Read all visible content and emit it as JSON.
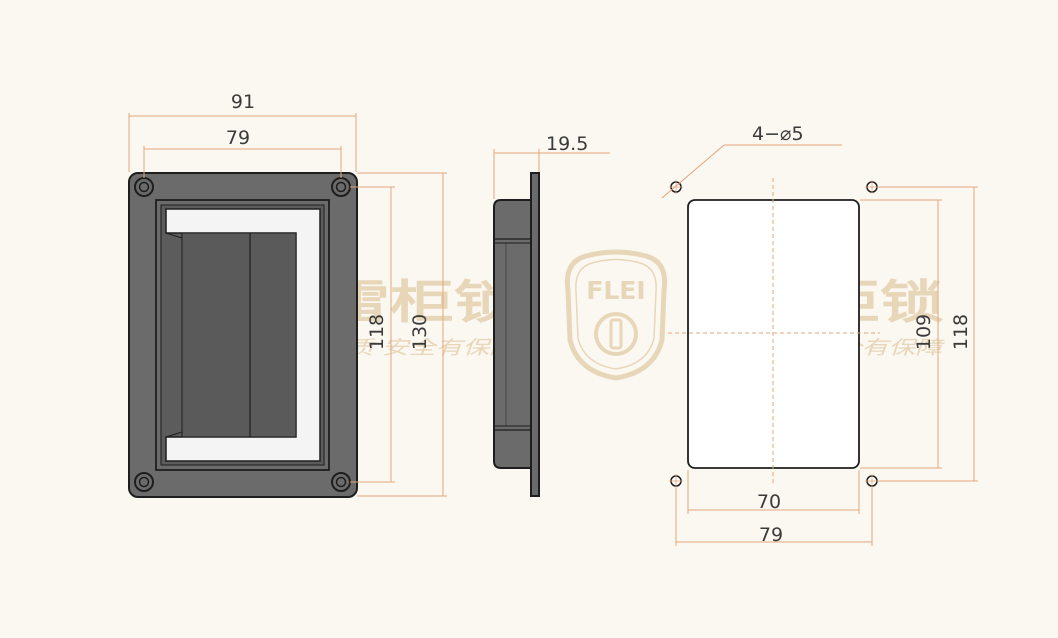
{
  "watermark": {
    "brand_latin": "FLEI",
    "brand_cjk": "飞雷柜锁",
    "slogan": "金牌品质  安全有保障",
    "color": "#e6d3b4"
  },
  "colors": {
    "background": "#fbf8f1",
    "dimension_line": "#e3a67a",
    "handle_body": "#6b6b6b",
    "handle_outline": "#1e1e1e",
    "cutout_fill": "#ffffff",
    "center_line": "#e3a67a"
  },
  "front_view": {
    "width_outer": "91",
    "width_holes": "79",
    "height_holes": "118",
    "height_outer": "130"
  },
  "side_view": {
    "depth": "19.5"
  },
  "cutout_view": {
    "hole_spec": "4−⌀5",
    "cutout_width": "70",
    "hole_spacing_x": "79",
    "cutout_height": "109",
    "hole_spacing_y": "118"
  }
}
